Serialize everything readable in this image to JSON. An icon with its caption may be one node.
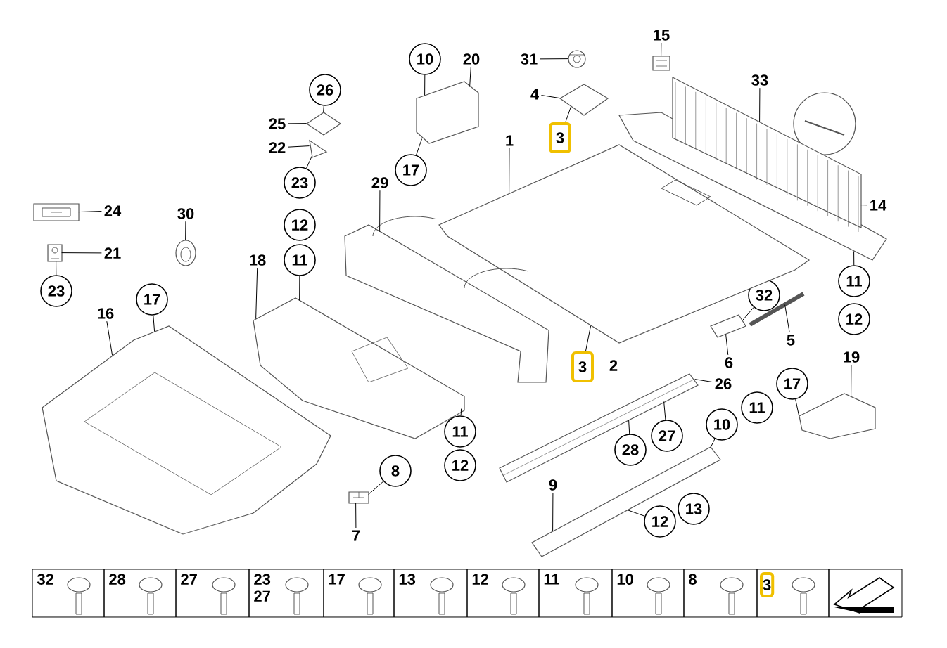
{
  "diagram": {
    "nodes": [
      {
        "text": [
          "15"
        ]
      },
      {
        "text": [
          "10"
        ]
      },
      {
        "text": [
          "20"
        ]
      },
      {
        "text": [
          "31"
        ]
      },
      {
        "text": [
          "33"
        ]
      },
      {
        "text": [
          "26"
        ]
      },
      {
        "text": [
          "4"
        ]
      },
      {
        "text": [
          "25"
        ]
      },
      {
        "text": [
          "3"
        ]
      },
      {
        "text": [
          "1"
        ]
      },
      {
        "text": [
          "22"
        ]
      },
      {
        "text": [
          "17"
        ]
      },
      {
        "text": [
          "29"
        ]
      },
      {
        "text": [
          "23"
        ]
      },
      {
        "text": [
          "14"
        ]
      },
      {
        "text": [
          "24"
        ]
      },
      {
        "text": [
          "30"
        ]
      },
      {
        "text": [
          "12"
        ]
      },
      {
        "text": [
          "11"
        ]
      },
      {
        "text": [
          "18"
        ]
      },
      {
        "text": [
          "21"
        ]
      },
      {
        "text": [
          "11"
        ]
      },
      {
        "text": [
          "23"
        ]
      },
      {
        "text": [
          "32"
        ]
      },
      {
        "text": [
          "17"
        ]
      },
      {
        "text": [
          "16"
        ]
      },
      {
        "text": [
          "12"
        ]
      },
      {
        "text": [
          "5"
        ]
      },
      {
        "text": [
          "3"
        ]
      },
      {
        "text": [
          "2"
        ]
      },
      {
        "text": [
          "6"
        ]
      },
      {
        "text": [
          "19"
        ]
      },
      {
        "text": [
          "17"
        ]
      },
      {
        "text": [
          "26"
        ]
      },
      {
        "text": [
          "11"
        ]
      },
      {
        "text": [
          "10"
        ]
      },
      {
        "text": [
          "27"
        ]
      },
      {
        "text": [
          "11"
        ]
      },
      {
        "text": [
          "28"
        ]
      },
      {
        "text": [
          "12"
        ]
      },
      {
        "text": [
          "8"
        ]
      },
      {
        "text": [
          "9"
        ]
      },
      {
        "text": [
          "13"
        ]
      },
      {
        "text": [
          "12"
        ]
      },
      {
        "text": [
          "7"
        ]
      },
      {
        "text": [],
        "shape": "picture"
      },
      {
        "text": [],
        "shape": "picture"
      },
      {
        "text": [],
        "shape": "picture"
      },
      {
        "text": [],
        "shape": "picture"
      },
      {
        "text": [],
        "shape": "picture"
      },
      {
        "text": [],
        "shape": "picture"
      },
      {
        "text": [],
        "shape": "picture"
      },
      {
        "text": [],
        "shape": "picture"
      },
      {
        "text": [],
        "shape": "picture"
      },
      {
        "text": [],
        "shape": "picture"
      },
      {
        "text": [],
        "shape": "picture"
      },
      {
        "text": [],
        "shape": "picture"
      },
      {
        "text": [],
        "shape": "picture"
      },
      {
        "text": [],
        "shape": "picture"
      },
      {
        "text": [],
        "shape": "picture"
      },
      {
        "text": [],
        "shape": "picture"
      },
      {
        "text": [],
        "shape": "picture"
      },
      {
        "text": [],
        "shape": "picture"
      },
      {
        "text": [],
        "shape": "picture"
      },
      {
        "text": [],
        "shape": "picture"
      }
    ],
    "edges": [
      {
        "from": 0,
        "to": 60,
        "arrow": "none"
      },
      {
        "from": 1,
        "to": 57,
        "arrow": "none"
      },
      {
        "from": 2,
        "to": 57,
        "arrow": "none"
      },
      {
        "from": 3,
        "to": 58,
        "arrow": "none"
      },
      {
        "from": 4,
        "to": 46,
        "arrow": "none"
      },
      {
        "from": 5,
        "to": 55,
        "arrow": "none"
      },
      {
        "from": 6,
        "to": 59,
        "arrow": "none"
      },
      {
        "from": 7,
        "to": 55,
        "arrow": "none"
      },
      {
        "from": 8,
        "to": 59,
        "arrow": "none"
      },
      {
        "from": 9,
        "to": 45,
        "arrow": "none"
      },
      {
        "from": 10,
        "to": 56,
        "arrow": "none"
      },
      {
        "from": 11,
        "to": 57,
        "arrow": "none"
      },
      {
        "from": 12,
        "to": 49,
        "arrow": "none"
      },
      {
        "from": 13,
        "to": 56,
        "arrow": "none"
      },
      {
        "from": 14,
        "to": 46,
        "arrow": "none"
      },
      {
        "from": 15,
        "to": 52,
        "arrow": "none"
      },
      {
        "from": 16,
        "to": 54,
        "arrow": "none"
      },
      {
        "from": 18,
        "to": 48,
        "arrow": "none"
      },
      {
        "from": 19,
        "to": 48,
        "arrow": "none"
      },
      {
        "from": 20,
        "to": 53,
        "arrow": "none"
      },
      {
        "from": 21,
        "to": 46,
        "arrow": "none"
      },
      {
        "from": 22,
        "to": 53,
        "arrow": "none"
      },
      {
        "from": 23,
        "to": 61,
        "arrow": "none"
      },
      {
        "from": 24,
        "to": 47,
        "arrow": "none"
      },
      {
        "from": 25,
        "to": 47,
        "arrow": "none"
      },
      {
        "from": 27,
        "to": 62,
        "arrow": "none"
      },
      {
        "from": 28,
        "to": 45,
        "arrow": "none"
      },
      {
        "from": 30,
        "to": 61,
        "arrow": "none"
      },
      {
        "from": 31,
        "to": 63,
        "arrow": "none"
      },
      {
        "from": 32,
        "to": 63,
        "arrow": "none"
      },
      {
        "from": 33,
        "to": 50,
        "arrow": "none"
      },
      {
        "from": 35,
        "to": 51,
        "arrow": "none"
      },
      {
        "from": 36,
        "to": 50,
        "arrow": "none"
      },
      {
        "from": 37,
        "to": 48,
        "arrow": "none"
      },
      {
        "from": 38,
        "to": 50,
        "arrow": "none"
      },
      {
        "from": 40,
        "to": 64,
        "arrow": "none"
      },
      {
        "from": 41,
        "to": 51,
        "arrow": "none"
      },
      {
        "from": 43,
        "to": 51,
        "arrow": "none"
      },
      {
        "from": 44,
        "to": 64,
        "arrow": "none"
      }
    ],
    "labels": [
      "32",
      "28",
      "27",
      "23",
      "27",
      "17",
      "13",
      "12",
      "11",
      "10",
      "8",
      "3"
    ]
  }
}
